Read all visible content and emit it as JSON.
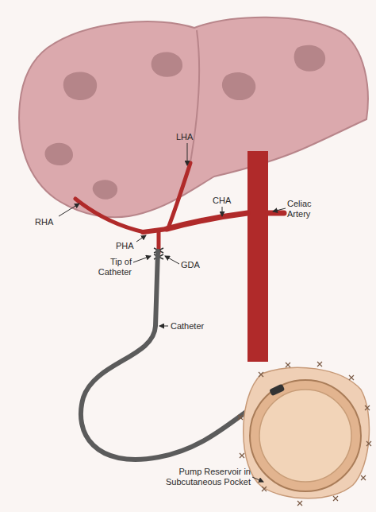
{
  "diagram": {
    "labels": [
      "LHA",
      "RHA",
      "CHA",
      "Celiac Artery",
      "PHA",
      "Tip of Catheter",
      "GDA",
      "Catheter",
      "Pump Reservoir in Subcutaneous Pocket"
    ]
  }
}
